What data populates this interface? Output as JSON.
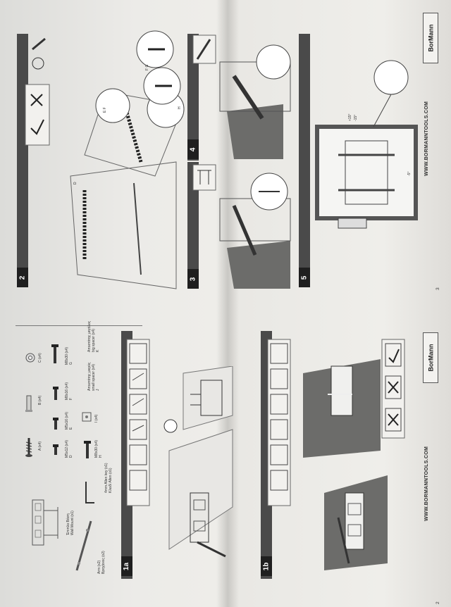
{
  "left_page": {
    "parts_list": {
      "wall_mount_label": "Έπιπλο Βάση\nWall Mount (x1)",
      "arms_label": "Arm (x2)\nΒραχίονες (x2)",
      "allen_key_label": "4mm Allen key (x1)\nΚλειδί Allen (x1)",
      "parts": [
        {
          "label": "A (x4)"
        },
        {
          "label": "B (x4)"
        },
        {
          "label": "C (x4)"
        },
        {
          "label": "M5x12 (x4)\nD"
        },
        {
          "label": "M5x16 (x4)\nE"
        },
        {
          "label": "M8x16 (x4)\nF"
        },
        {
          "label": "M8x30 (x4)\nG"
        },
        {
          "label": "M8x30 (x4)\nH"
        },
        {
          "label": "I (x4)"
        },
        {
          "label": "Αποστάτης μικρός\nsmall spacer (x4)\nJ"
        },
        {
          "label": "Αποστάτης μεγάλος\nbig spacer (x4)\nK"
        }
      ]
    },
    "steps": [
      "1a",
      "1b"
    ],
    "footer_url": "WWW.BORMANNTOOLS.COM",
    "brand": "BorMann",
    "page_number": "2"
  },
  "right_page": {
    "steps": [
      "2",
      "3",
      "4",
      "5"
    ],
    "footer_url": "WWW.BORMANNTOOLS.COM",
    "brand": "BorMann",
    "page_number": "3",
    "labels": [
      "D",
      "E F",
      "F G",
      "H",
      "+15°",
      "-15°",
      "-5°"
    ]
  }
}
